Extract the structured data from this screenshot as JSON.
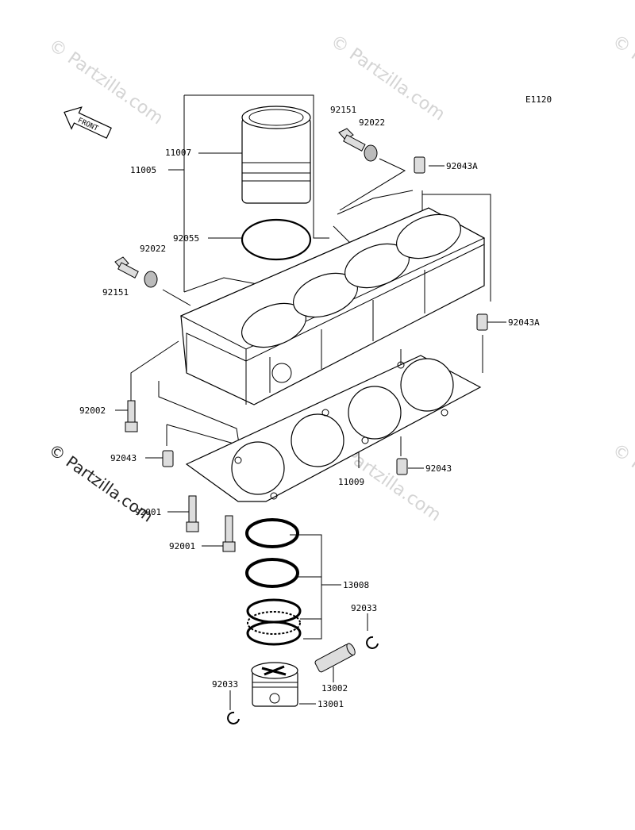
{
  "diagram_code": "E1120",
  "front_label": "FRONT",
  "watermarks": {
    "light": "© Partzilla.com",
    "dark": "© Partzilla.com"
  },
  "callouts": [
    "11005",
    "11007",
    "92151",
    "92022",
    "92043A",
    "92055",
    "92022",
    "92151",
    "92043A",
    "92002",
    "92043",
    "11009",
    "92043",
    "92001",
    "92001",
    "13008",
    "92033",
    "13002",
    "92033",
    "13001"
  ]
}
